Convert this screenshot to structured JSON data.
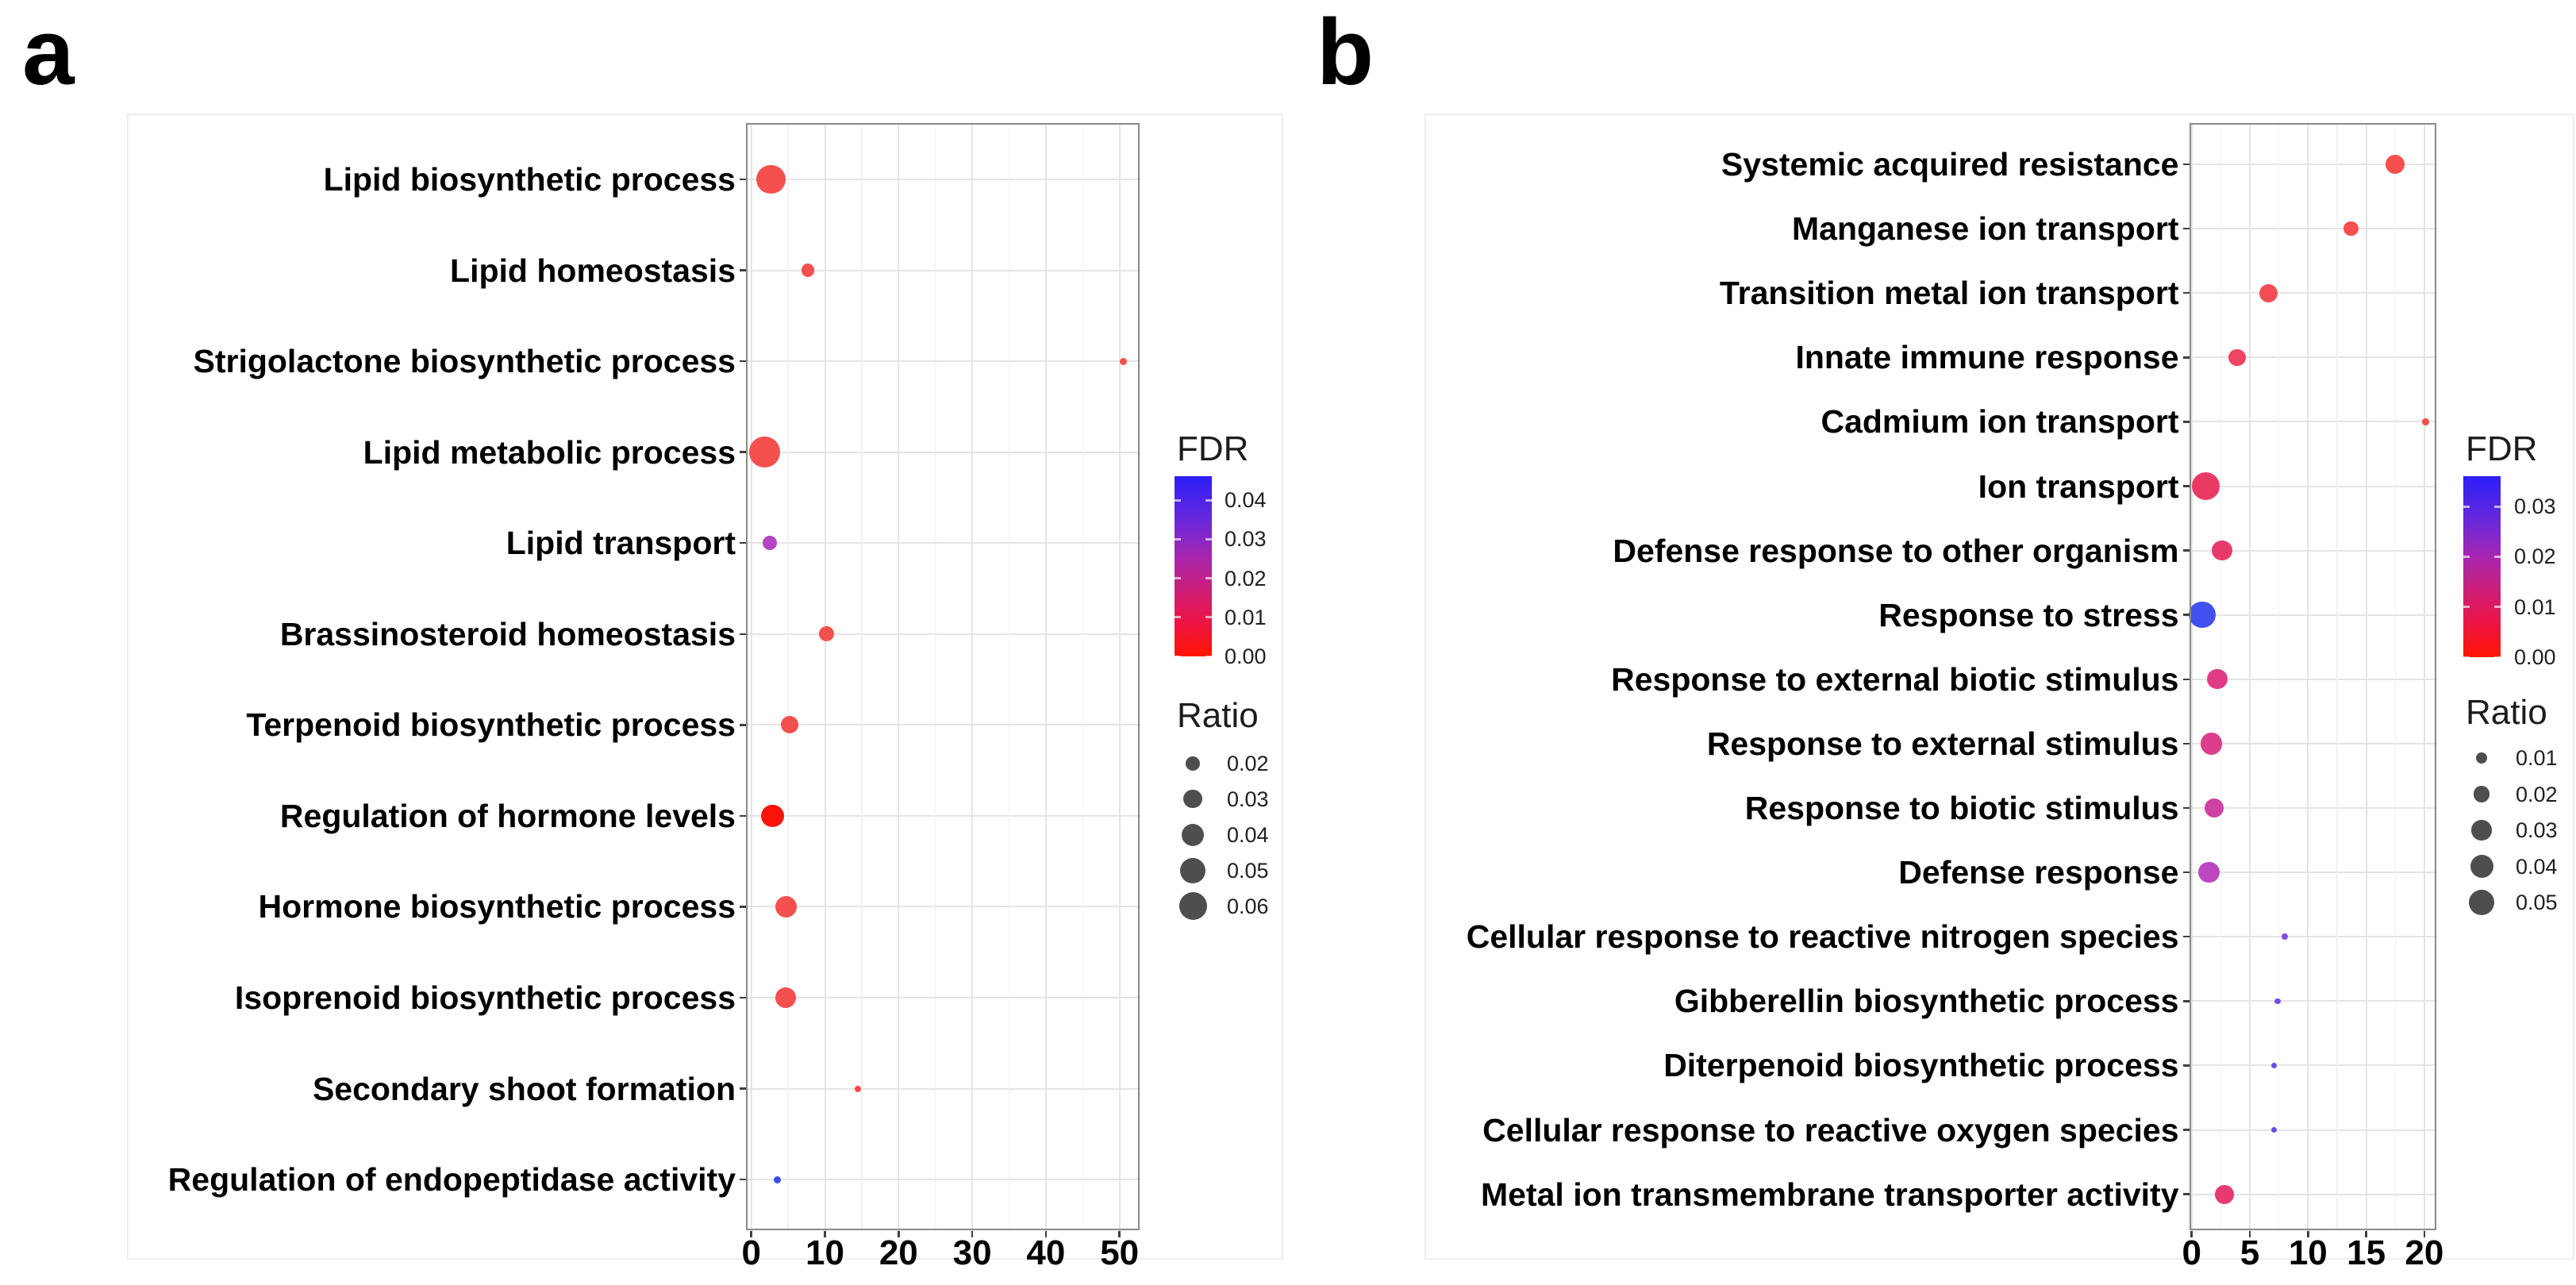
{
  "figure": {
    "background": "#ffffff",
    "panel_labels": [
      "a",
      "b"
    ],
    "grid_major_color": "#e4e4e4",
    "grid_minor_color": "#f1f1f1",
    "panel_border_color": "#8a8a8a",
    "ratio_dot_color": "#4e4e4e"
  },
  "chart_data": [
    {
      "type": "scatter",
      "panel": "a",
      "title": "",
      "xlabel": "",
      "ylabel": "",
      "x_ticks": [
        0,
        10,
        20,
        30,
        40,
        50
      ],
      "xlim": [
        -0.7,
        52.8
      ],
      "grid": "on",
      "legend_position": "right",
      "fdr_legend": {
        "title": "FDR",
        "tick_labels": [
          "0.04",
          "0.03",
          "0.02",
          "0.01",
          "0.00"
        ],
        "tick_values": [
          0.04,
          0.03,
          0.02,
          0.01,
          0.0
        ],
        "scale_max": 0.0461,
        "gradient_stops": [
          "#2b1ef8 0%",
          "#6b28db 25%",
          "#a826ae 45%",
          "#d01c72 65%",
          "#ee1341 82%",
          "#ff1502 100%"
        ]
      },
      "ratio_legend": {
        "title": "Ratio",
        "items": [
          {
            "label": "0.02",
            "radius_px": 9.2
          },
          {
            "label": "0.03",
            "radius_px": 11.7
          },
          {
            "label": "0.04",
            "radius_px": 14.0
          },
          {
            "label": "0.05",
            "radius_px": 16.0
          },
          {
            "label": "0.06",
            "radius_px": 17.5
          }
        ]
      },
      "points": [
        {
          "category": "Lipid biosynthetic process",
          "x": 2.7,
          "ratio": 0.06,
          "fdr": 0.005,
          "radius_px": 18.3,
          "color": "#f4504e"
        },
        {
          "category": "Lipid homeostasis",
          "x": 7.7,
          "ratio": 0.02,
          "fdr": 0.005,
          "radius_px": 8.3,
          "color": "#f4504e"
        },
        {
          "category": "Strigolactone biosynthetic process",
          "x": 50.5,
          "ratio": 0.01,
          "fdr": 0.005,
          "radius_px": 4.5,
          "color": "#f4504e"
        },
        {
          "category": "Lipid metabolic process",
          "x": 1.8,
          "ratio": 0.065,
          "fdr": 0.005,
          "radius_px": 19.2,
          "color": "#f4504e"
        },
        {
          "category": "Lipid transport",
          "x": 2.5,
          "ratio": 0.022,
          "fdr": 0.027,
          "radius_px": 9.2,
          "color": "#b444c5"
        },
        {
          "category": "Brassinosteroid homeostasis",
          "x": 10.2,
          "ratio": 0.023,
          "fdr": 0.006,
          "radius_px": 9.5,
          "color": "#f4504e"
        },
        {
          "category": "Terpenoid biosynthetic process",
          "x": 5.2,
          "ratio": 0.028,
          "fdr": 0.005,
          "radius_px": 11.0,
          "color": "#f4504e"
        },
        {
          "category": "Regulation of hormone levels",
          "x": 2.9,
          "ratio": 0.04,
          "fdr": 0.0,
          "radius_px": 14.2,
          "color": "#fb1309"
        },
        {
          "category": "Hormone biosynthetic process",
          "x": 4.7,
          "ratio": 0.037,
          "fdr": 0.005,
          "radius_px": 13.5,
          "color": "#f4504e"
        },
        {
          "category": "Isoprenoid biosynthetic process",
          "x": 4.7,
          "ratio": 0.035,
          "fdr": 0.005,
          "radius_px": 13.0,
          "color": "#f4504e"
        },
        {
          "category": "Secondary shoot formation",
          "x": 14.5,
          "ratio": 0.01,
          "fdr": 0.006,
          "radius_px": 4.0,
          "color": "#f6484b"
        },
        {
          "category": "Regulation of endopeptidase activity",
          "x": 3.5,
          "ratio": 0.01,
          "fdr": 0.04,
          "radius_px": 4.5,
          "color": "#3c4bf0"
        }
      ]
    },
    {
      "type": "scatter",
      "panel": "b",
      "title": "",
      "xlabel": "",
      "ylabel": "",
      "x_ticks": [
        0,
        5,
        10,
        15,
        20
      ],
      "xlim": [
        -0.2,
        21.1
      ],
      "grid": "on",
      "legend_position": "right",
      "fdr_legend": {
        "title": "FDR",
        "tick_labels": [
          "0.03",
          "0.02",
          "0.01",
          "0.00"
        ],
        "tick_values": [
          0.03,
          0.02,
          0.01,
          0.0
        ],
        "scale_max": 0.036,
        "gradient_stops": [
          "#2b1ef8 0%",
          "#6b28db 25%",
          "#a826ae 45%",
          "#d01c72 65%",
          "#ee1341 82%",
          "#ff1502 100%"
        ]
      },
      "ratio_legend": {
        "title": "Ratio",
        "items": [
          {
            "label": "0.01",
            "radius_px": 7.3
          },
          {
            "label": "0.02",
            "radius_px": 10.3
          },
          {
            "label": "0.03",
            "radius_px": 12.7
          },
          {
            "label": "0.04",
            "radius_px": 14.5
          },
          {
            "label": "0.05",
            "radius_px": 16.0
          }
        ]
      },
      "points": [
        {
          "category": "Systemic acquired resistance",
          "x": 17.5,
          "ratio": 0.022,
          "fdr": 0.004,
          "radius_px": 12.2,
          "color": "#f5504b"
        },
        {
          "category": "Manganese ion transport",
          "x": 13.7,
          "ratio": 0.015,
          "fdr": 0.004,
          "radius_px": 9.2,
          "color": "#f4504e"
        },
        {
          "category": "Transition metal ion transport",
          "x": 6.6,
          "ratio": 0.02,
          "fdr": 0.005,
          "radius_px": 11.7,
          "color": "#f24d55"
        },
        {
          "category": "Innate immune response",
          "x": 3.9,
          "ratio": 0.018,
          "fdr": 0.007,
          "radius_px": 10.8,
          "color": "#ed4562"
        },
        {
          "category": "Cadmium ion transport",
          "x": 20.1,
          "ratio": 0.008,
          "fdr": 0.004,
          "radius_px": 4.3,
          "color": "#f4504e"
        },
        {
          "category": "Ion transport",
          "x": 1.2,
          "ratio": 0.04,
          "fdr": 0.009,
          "radius_px": 17.5,
          "color": "#e93a64"
        },
        {
          "category": "Defense response to other organism",
          "x": 2.6,
          "ratio": 0.022,
          "fdr": 0.01,
          "radius_px": 12.8,
          "color": "#e63a6d"
        },
        {
          "category": "Response to stress",
          "x": 0.9,
          "ratio": 0.038,
          "fdr": 0.03,
          "radius_px": 16.7,
          "color": "#4150ee"
        },
        {
          "category": "Response to external biotic stimulus",
          "x": 2.2,
          "ratio": 0.022,
          "fdr": 0.013,
          "radius_px": 12.7,
          "color": "#e03c85"
        },
        {
          "category": "Response to external stimulus",
          "x": 1.7,
          "ratio": 0.025,
          "fdr": 0.014,
          "radius_px": 13.7,
          "color": "#dd3d8d"
        },
        {
          "category": "Response to biotic stimulus",
          "x": 1.9,
          "ratio": 0.02,
          "fdr": 0.017,
          "radius_px": 12.0,
          "color": "#cf41a5"
        },
        {
          "category": "Defense response",
          "x": 1.5,
          "ratio": 0.024,
          "fdr": 0.021,
          "radius_px": 13.3,
          "color": "#bc47c1"
        },
        {
          "category": "Cellular response to reactive nitrogen species",
          "x": 8.0,
          "ratio": 0.008,
          "fdr": 0.025,
          "radius_px": 4.2,
          "color": "#7e4be5"
        },
        {
          "category": "Gibberellin biosynthetic process",
          "x": 7.4,
          "ratio": 0.007,
          "fdr": 0.026,
          "radius_px": 3.8,
          "color": "#7a4ce7"
        },
        {
          "category": "Diterpenoid biosynthetic process",
          "x": 7.1,
          "ratio": 0.007,
          "fdr": 0.027,
          "radius_px": 3.7,
          "color": "#6f4aee"
        },
        {
          "category": "Cellular response to reactive oxygen species",
          "x": 7.1,
          "ratio": 0.007,
          "fdr": 0.027,
          "radius_px": 3.7,
          "color": "#6f4aee"
        },
        {
          "category": "Metal ion transmembrane transporter activity",
          "x": 2.8,
          "ratio": 0.02,
          "fdr": 0.009,
          "radius_px": 12.0,
          "color": "#e63a70"
        }
      ]
    }
  ]
}
